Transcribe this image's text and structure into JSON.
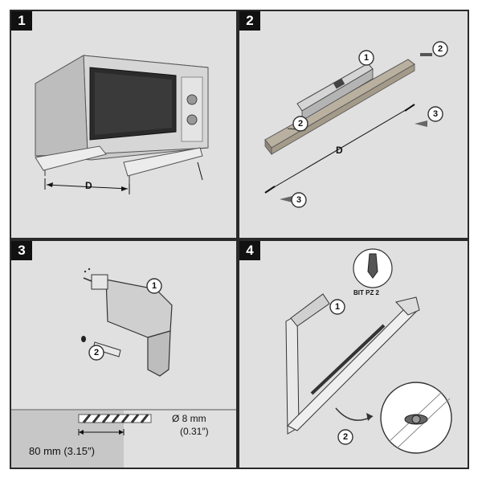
{
  "panels": [
    {
      "number": "1",
      "dimension_label": "D"
    },
    {
      "number": "2",
      "dimension_label": "D",
      "callouts": [
        "1",
        "2",
        "2",
        "3",
        "3"
      ]
    },
    {
      "number": "3",
      "callouts": [
        "1",
        "2"
      ],
      "drill_diameter": "Ø 8 mm",
      "drill_diameter_imperial": "(0.31″)",
      "drill_depth": "80 mm (3.15″)"
    },
    {
      "number": "4",
      "bit_label": "BIT PZ 2",
      "callouts": [
        "1",
        "2"
      ]
    }
  ]
}
